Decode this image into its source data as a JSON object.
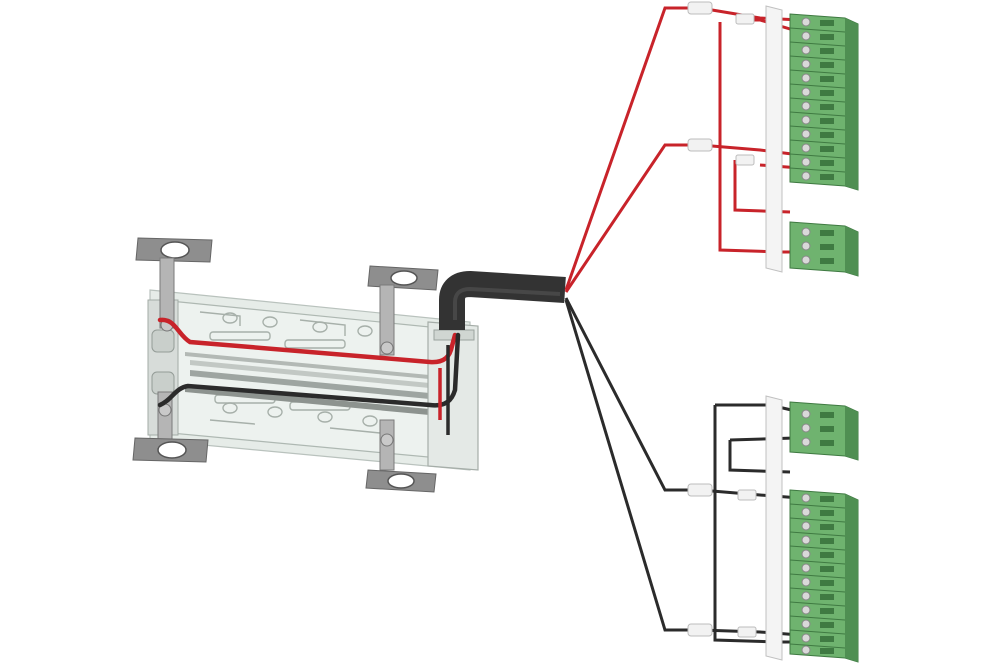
{
  "scene": {
    "subject": "busbar-adapter-with-cable-harness-and-terminal-connectors",
    "colors": {
      "background": "#ffffff",
      "red_wire": "#c8232a",
      "black_wire": "#2b2b2b",
      "cable_jacket": "#333333",
      "terminal_green": "#6fb36f",
      "terminal_green_dark": "#4f8f52",
      "clip_white": "#f2f2f2",
      "bracket_grey": "#9a9a9a",
      "plate_glass": "#dfe7e2"
    },
    "terminal_blocks": [
      {
        "name": "top-large",
        "poles": 12
      },
      {
        "name": "top-small",
        "poles": 3
      },
      {
        "name": "bottom-small",
        "poles": 3
      },
      {
        "name": "bottom-large",
        "poles": 12
      }
    ]
  }
}
